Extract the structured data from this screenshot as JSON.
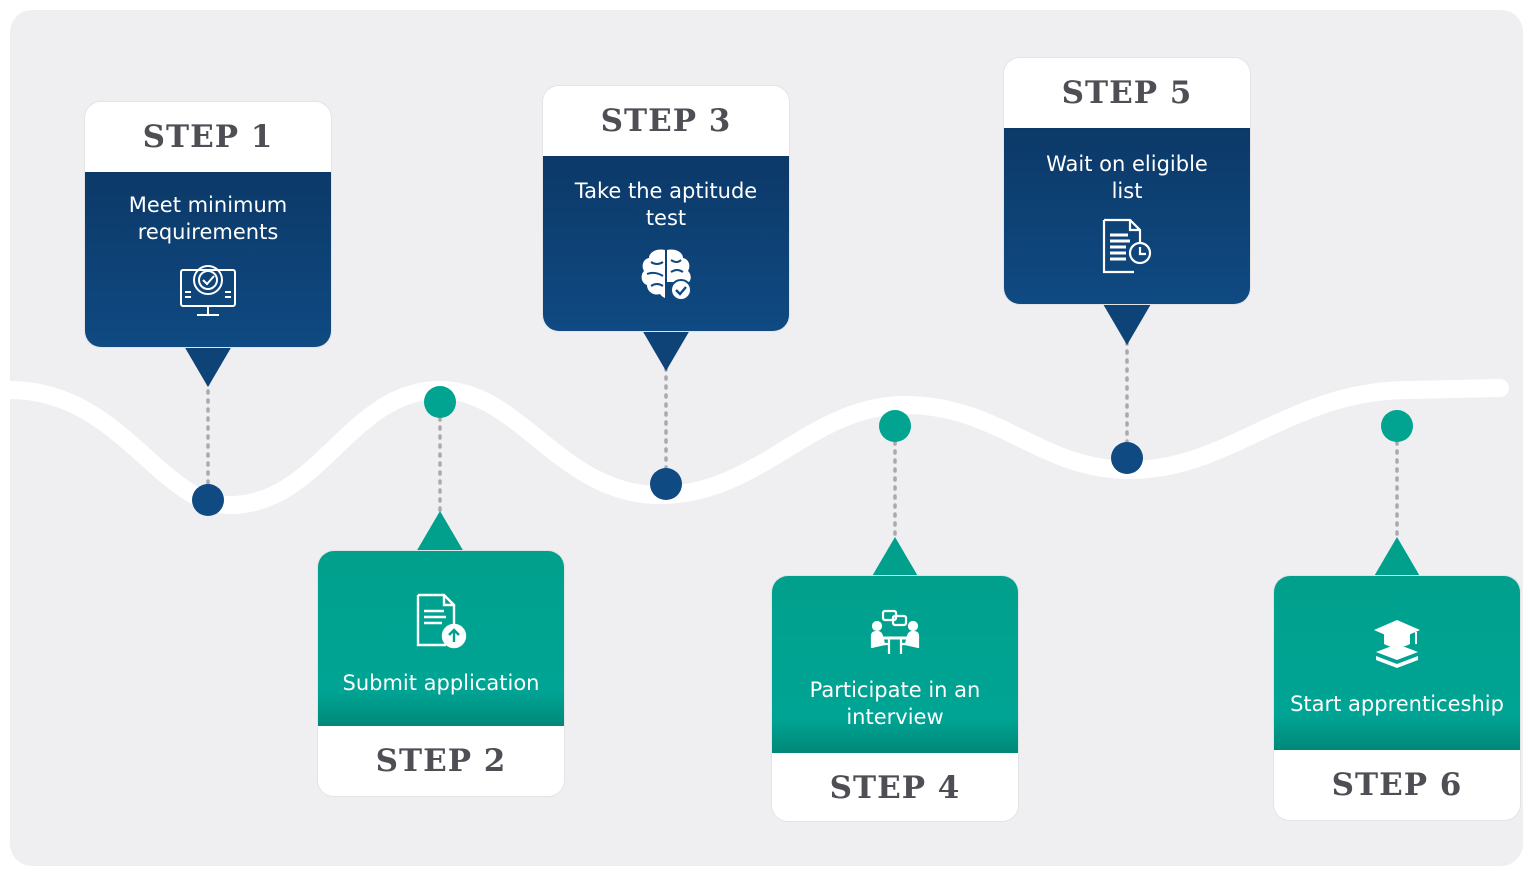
{
  "colors": {
    "navy": "#0f4a82",
    "teal": "#00a490",
    "panel": "#efeff1",
    "text": "#4e4e55"
  },
  "steps": [
    {
      "step": "STEP 1",
      "text": "Meet minimum requirements",
      "icon": "computer-gear-check-icon",
      "color": "navy"
    },
    {
      "step": "STEP 2",
      "text": "Submit application",
      "icon": "document-upload-icon",
      "color": "teal"
    },
    {
      "step": "STEP 3",
      "text": "Take the aptitude test",
      "icon": "brain-check-icon",
      "color": "navy"
    },
    {
      "step": "STEP 4",
      "text": "Participate in an interview",
      "icon": "interview-people-icon",
      "color": "teal"
    },
    {
      "step": "STEP 5",
      "text": "Wait on eligible list",
      "icon": "list-document-clock-icon",
      "color": "navy"
    },
    {
      "step": "STEP 6",
      "text": "Start apprenticeship",
      "icon": "graduation-cap-books-icon",
      "color": "teal"
    }
  ]
}
